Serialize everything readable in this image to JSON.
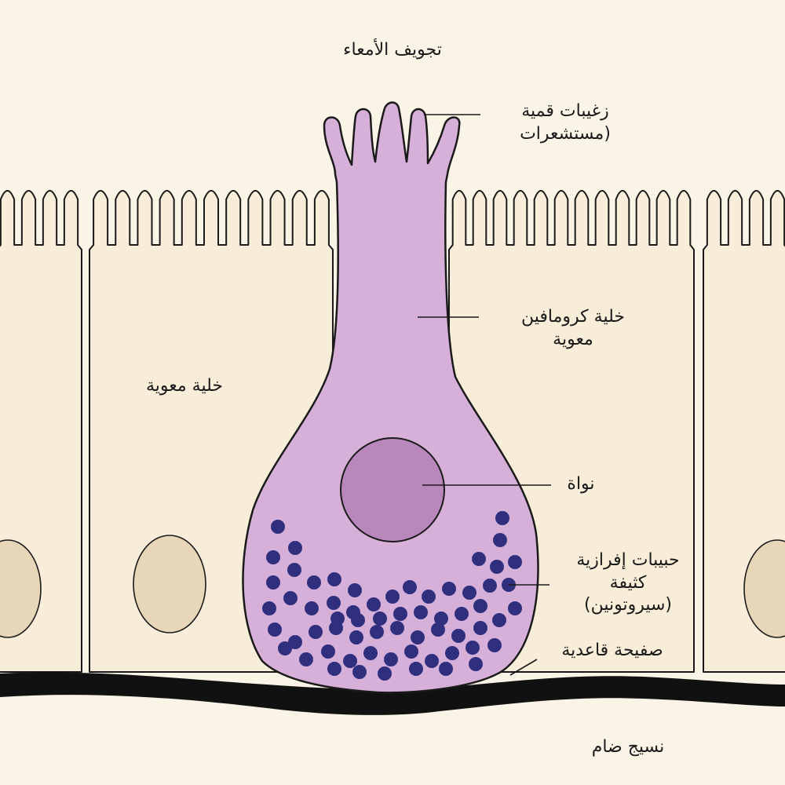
{
  "labels": {
    "lumen": "تجويف الأمعاء",
    "microvilli": {
      "line1": "زغيبات قمية",
      "line2": "(مستشعرات"
    },
    "ec_cell": {
      "line1": "خلية كرومافين",
      "line2": "معوية"
    },
    "enterocyte": "خلية معوية",
    "nucleus": "نواة",
    "granules": {
      "line1": "حبيبات إفرازية",
      "line2": "كثيفة",
      "line3": "(سيروتونين)"
    },
    "basement_membrane": "صفيحة قاعدية",
    "connective_tissue": "نسيج ضام"
  },
  "colors": {
    "background": "#f9f4e6",
    "enterocyte_fill": "#f7edd9",
    "enterocyte_nucleus": "#e8d6b8",
    "ec_cell_fill": "#d6b0d8",
    "ec_nucleus": "#b888bc",
    "granule": "#2f2f7e",
    "basement_membrane": "#111111",
    "outline": "#1a1a1a"
  }
}
